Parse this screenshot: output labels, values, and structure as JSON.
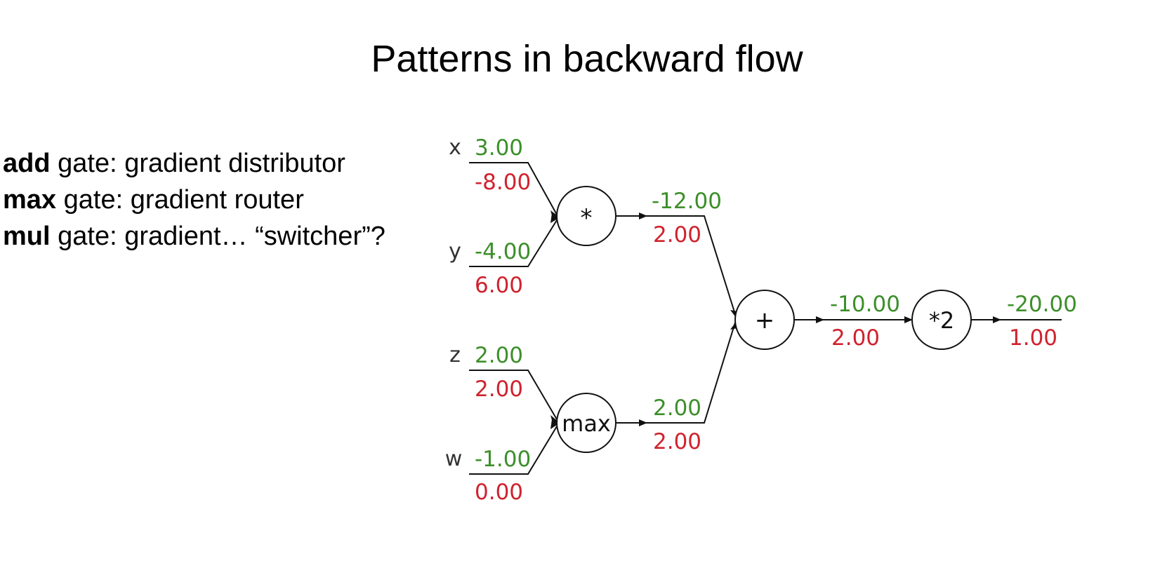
{
  "title": "Patterns in backward flow",
  "notes": [
    {
      "bold": "add",
      "rest": " gate: gradient distributor"
    },
    {
      "bold": "max",
      "rest": " gate: gradient router"
    },
    {
      "bold": "mul",
      "rest": " gate: gradient… “switcher”?"
    }
  ],
  "colors": {
    "forward": "#3c8f2a",
    "backward": "#d0222e",
    "wire": "#111111"
  },
  "inputs": [
    {
      "name": "x",
      "forward": "3.00",
      "backward": "-8.00"
    },
    {
      "name": "y",
      "forward": "-4.00",
      "backward": "6.00"
    },
    {
      "name": "z",
      "forward": "2.00",
      "backward": "2.00"
    },
    {
      "name": "w",
      "forward": "-1.00",
      "backward": "0.00"
    }
  ],
  "gates": {
    "mul": {
      "label": "*",
      "forward": "-12.00",
      "backward": "2.00"
    },
    "max": {
      "label": "max",
      "forward": "2.00",
      "backward": "2.00"
    },
    "add": {
      "label": "+",
      "forward": "-10.00",
      "backward": "2.00"
    },
    "scale": {
      "label": "*2",
      "forward": "-20.00",
      "backward": "1.00"
    }
  }
}
